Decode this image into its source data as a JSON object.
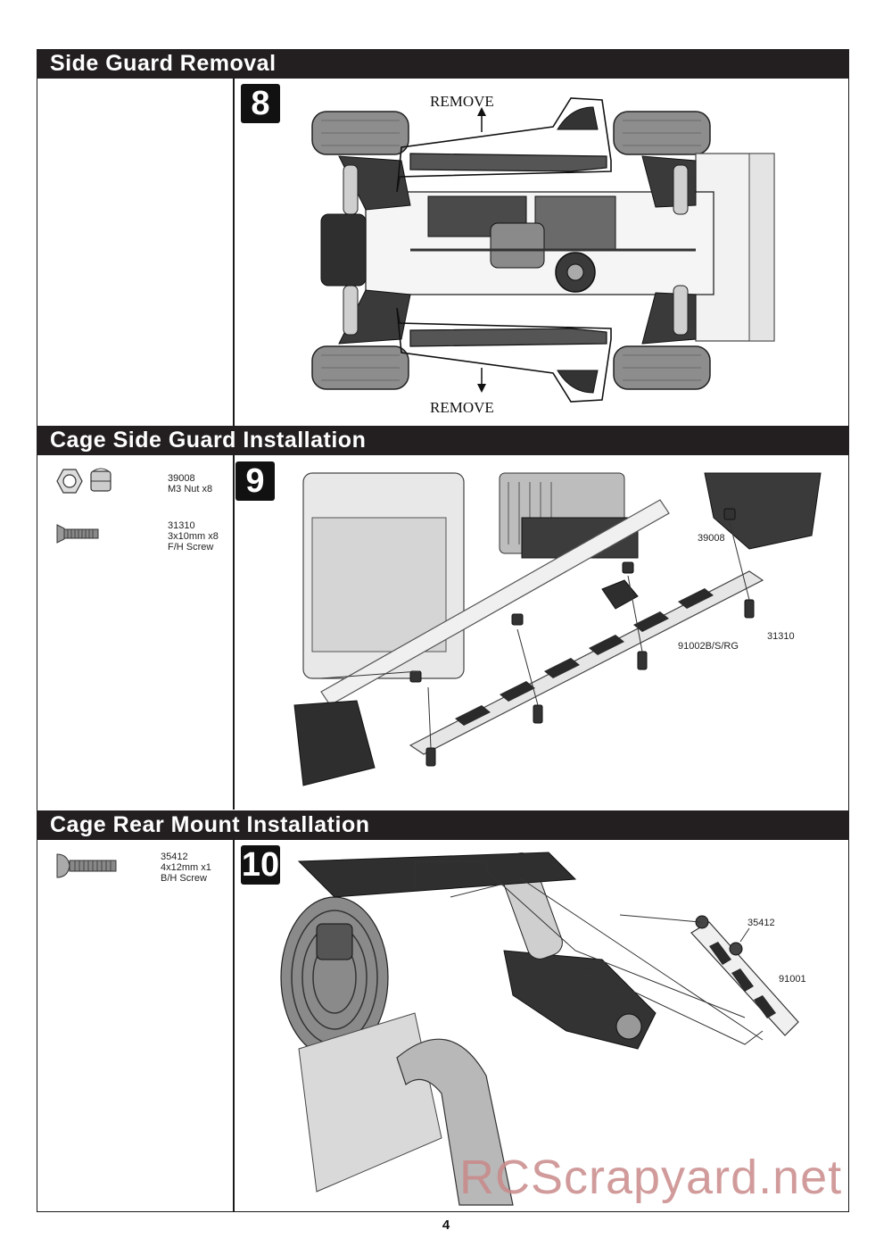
{
  "sections": [
    {
      "title": "Side Guard Removal",
      "step": "8",
      "labels": {
        "remove_top": "REMOVE",
        "remove_bottom": "REMOVE"
      }
    },
    {
      "title": "Cage Side Guard Installation",
      "step": "9",
      "parts": [
        {
          "number": "39008",
          "desc1": "M3 Nut x8",
          "desc2": ""
        },
        {
          "number": "31310",
          "desc1": "3x10mm x8",
          "desc2": "F/H Screw"
        }
      ],
      "callouts": {
        "nut": "39008",
        "guard": "91002B/S/RG",
        "screw": "31310"
      }
    },
    {
      "title": "Cage Rear Mount Installation",
      "step": "10",
      "parts": [
        {
          "number": "35412",
          "desc1": "4x12mm x1",
          "desc2": "B/H Screw"
        }
      ],
      "callouts": {
        "screw": "35412",
        "mount": "91001"
      }
    }
  ],
  "page_number": "4",
  "watermark": "RCScrapyard.net",
  "colors": {
    "header_bar": "#231f20",
    "watermark": "#c98a8a"
  }
}
